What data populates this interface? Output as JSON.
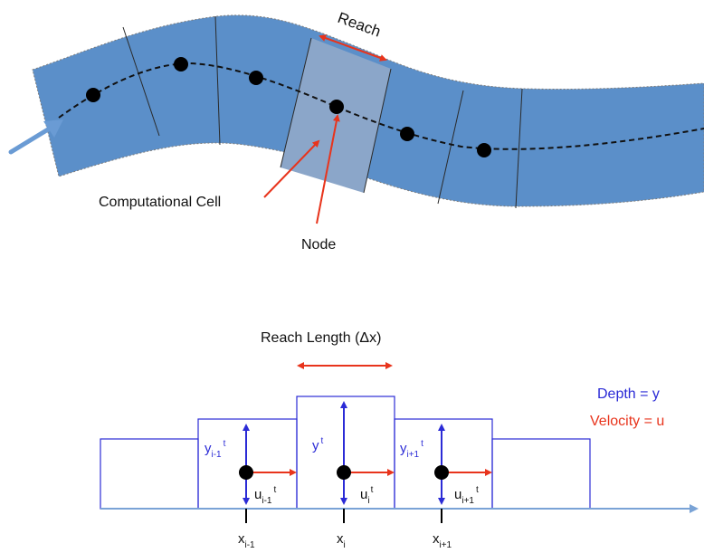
{
  "top_diagram": {
    "reach_label": "Reach",
    "cell_label": "Computational Cell",
    "node_label": "Node"
  },
  "bottom_diagram": {
    "reach_length_label": "Reach Length (Δx)",
    "legend": {
      "depth_label": "Depth = y",
      "depth_color": "#2b2bd6",
      "velocity_label": "Velocity = u",
      "velocity_color": "#e8341c"
    },
    "depth_labels": [
      {
        "base": "y",
        "sub": "i-1",
        "sup": "t"
      },
      {
        "base": "y",
        "sub": "",
        "sup": "t"
      },
      {
        "base": "y",
        "sub": "i+1",
        "sup": "t"
      }
    ],
    "velocity_labels": [
      {
        "base": "u",
        "sub": "i-1",
        "sup": "t"
      },
      {
        "base": "u",
        "sub": "i",
        "sup": "t"
      },
      {
        "base": "u",
        "sub": "i+1",
        "sup": "t"
      }
    ],
    "x_labels": [
      {
        "base": "x",
        "sub": "i-1"
      },
      {
        "base": "x",
        "sub": "i"
      },
      {
        "base": "x",
        "sub": "i+1"
      }
    ]
  },
  "colors": {
    "river": "#5b8fc9",
    "highlighted_cell": "#8ba6c9",
    "arrow_red": "#e8341c",
    "inflow_arrow": "#6a9bd4",
    "outline_blue": "#2b2bd6",
    "axis_line": "#7aa3d6"
  }
}
